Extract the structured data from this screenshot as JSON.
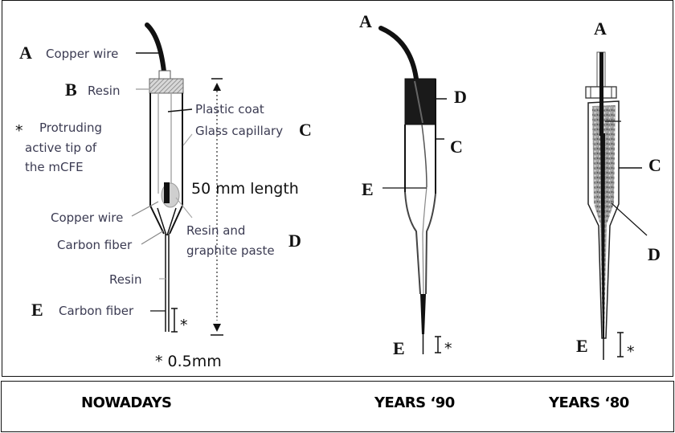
{
  "figure": {
    "panels": [
      {
        "id": "nowadays",
        "caption": "NOWADAYS",
        "letters": {
          "A": "A",
          "B": "B",
          "C": "C",
          "D": "D",
          "E": "E"
        },
        "labels": {
          "copper_wire_top": "Copper wire",
          "resin_top": "Resin",
          "plastic_coat": "Plastic coat",
          "glass_capillary": "Glass capillary",
          "protruding_line1": "Protruding",
          "protruding_line2": "active tip of",
          "protruding_line3": "the mCFE",
          "length": "50 mm length",
          "copper_wire_mid": "Copper wire",
          "carbon_fiber_mid": "Carbon  fiber",
          "resin_graphite_line1": "Resin and",
          "resin_graphite_line2": "graphite paste",
          "resin_bottom": "Resin",
          "carbon_fiber_bottom": "Carbon  fiber",
          "asterisk": "*",
          "tip_size": "* 0.5mm"
        }
      },
      {
        "id": "years-90",
        "caption": "YEARS ‘90",
        "letters": {
          "A": "A",
          "C": "C",
          "D": "D",
          "E_top": "E",
          "E_bottom": "E"
        },
        "asterisk": "*"
      },
      {
        "id": "years-80",
        "caption": "YEARS ‘80",
        "letters": {
          "A": "A",
          "C": "C",
          "D": "D",
          "E": "E"
        },
        "asterisk": "*"
      }
    ]
  }
}
